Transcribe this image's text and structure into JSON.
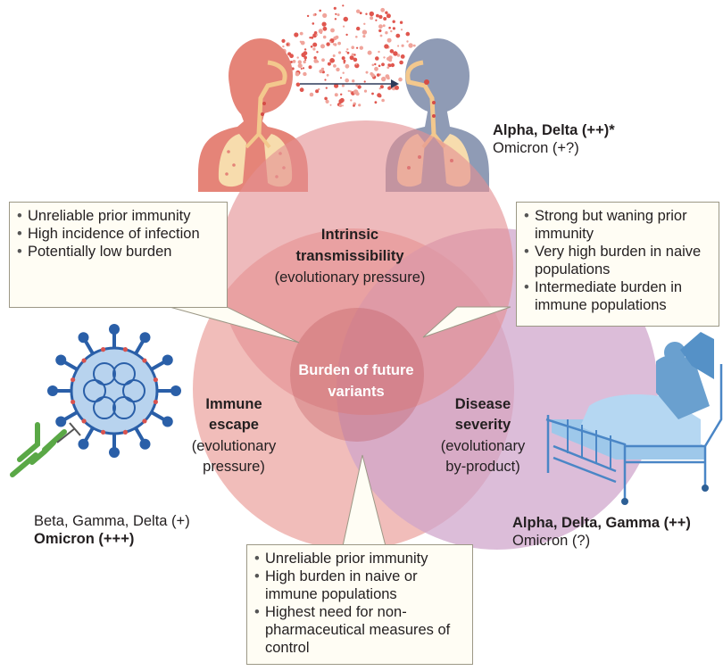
{
  "venn": {
    "top": {
      "title": "Intrinsic transmissibility",
      "title_lines": [
        "Intrinsic",
        "transmissibility"
      ],
      "subtitle": "(evolutionary pressure)"
    },
    "left": {
      "title": "Immune escape",
      "title_lines": [
        "Immune",
        "escape"
      ],
      "subtitle_lines": [
        "(evolutionary",
        "pressure)"
      ]
    },
    "right": {
      "title": "Disease severity",
      "title_lines": [
        "Disease",
        "severity"
      ],
      "subtitle_lines": [
        "(evolutionary",
        "by-product)"
      ]
    },
    "center_lines": [
      "Burden of future",
      "variants"
    ]
  },
  "variants": {
    "transmissibility": {
      "primary": "Alpha, Delta (++)*",
      "secondary": "Omicron (+?)"
    },
    "escape": {
      "primary": "Beta, Gamma, Delta (+)",
      "secondary": "Omicron (+++)"
    },
    "severity": {
      "primary": "Alpha, Delta, Gamma (++)",
      "secondary": "Omicron (?)"
    }
  },
  "callouts": {
    "top_left": [
      "Unreliable prior immunity",
      "High incidence of infection",
      "Potentially low burden"
    ],
    "top_right": [
      "Strong but waning prior immunity",
      "Very high burden in naive populations",
      "Intermediate burden in immune populations"
    ],
    "bottom": [
      "Unreliable prior immunity",
      "High burden in naive or immune populations",
      "Highest need for non-pharmaceutical measures of control"
    ]
  },
  "colors": {
    "circle_top": "#e38f93",
    "circle_left": "#eeb1ae",
    "circle_right": "#cfa3cb",
    "callout_bg": "#fffdf4",
    "callout_border": "#9c9886",
    "person_red": "#e58478",
    "person_blue": "#8f9bb5",
    "lungs": "#f7dcad",
    "virus": "#2a5fa8",
    "antibody": "#5aa846",
    "bed": "#4a86c6"
  },
  "icons": [
    "transmitting-person-icon",
    "receiving-person-icon",
    "virus-icon",
    "antibody-icon",
    "hospital-bed-icon"
  ]
}
